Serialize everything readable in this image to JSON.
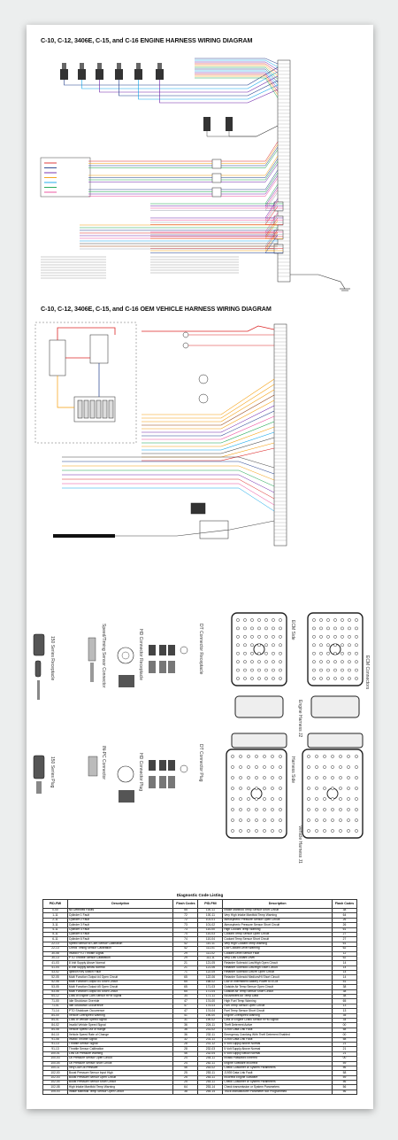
{
  "engine_diagram": {
    "title": "C-10, C-12,  3406E, C-15, and C-16 ENGINE HARNESS WIRING DIAGRAM"
  },
  "oem_diagram": {
    "title": "C-10, C-12, 3406E, C-15, and C-16 OEM VEHICLE HARNESS WIRING DIAGRAM"
  },
  "connectors": {
    "receptacle_150": "150 Series Receptacle",
    "plug_150": "150 Series Plug",
    "speed_timing": "Speed/Timing Sensor Connector",
    "in_pc": "IN-PC Connector",
    "hd_receptacle": "HD Connector Receptacle",
    "hd_plug": "HD Connector Plug",
    "dt_receptacle": "DT Connector Receptacle",
    "dt_plug": "DT Connector Plug",
    "ecm_connectors": "ECM Connectors",
    "ecm_side": "ECM Side",
    "harness_side": "Harness Side",
    "engine_harness_j2": "Engine Harness J2",
    "vehicle_harness_j1": "Vehicle Harness J1"
  },
  "code_table": {
    "caption": "Diagnostic Code Listing",
    "headers": [
      "PID-FMI",
      "Description",
      "Flash Codes",
      "PID-FMI",
      "Description",
      "Flash Codes"
    ],
    "rows": [
      [
        "0-00",
        "No Detected Faults",
        "55",
        "100-11",
        "Intake Manifold Temp Sensor Short Circuit",
        "38"
      ],
      [
        "1-11",
        "Cylinder 1 Fault",
        "72",
        "100-11",
        "Very High Intake Manifold Temp Warning",
        "64"
      ],
      [
        "2-11",
        "Cylinder 2 Fault",
        "72",
        "101-01",
        "Atmospheric Pressure Sensor Open Circuit",
        "26"
      ],
      [
        "3-11",
        "Cylinder 3 Fault",
        "73",
        "101-02",
        "Atmospheric Pressure Sensor Short Circuit",
        "26"
      ],
      [
        "4-11",
        "Cylinder 4 Fault",
        "73",
        "110-00",
        "High Coolant Temp Warning",
        "61"
      ],
      [
        "5-11",
        "Cylinder 5 Fault",
        "74",
        "110-03",
        "Coolant Temp Sensor Open Circuit",
        "27"
      ],
      [
        "6-11",
        "Cylinder 6 Fault",
        "74",
        "110-04",
        "Coolant Temp Sensor Short Circuit",
        "27"
      ],
      [
        "22-13",
        "Speed Sensor to Cam Sensor Calibration",
        "42",
        "110-11",
        "Very High Coolant Temp Warning",
        "61"
      ],
      [
        "22-13",
        "Check Timing Sensor Calibration",
        "42",
        "111-01",
        "Low Coolant Level Warning",
        "62"
      ],
      [
        "30-08",
        "Invalid PTO Throttle Signal",
        "29",
        "111-02",
        "Coolant Level Sensor Fault",
        "12"
      ],
      [
        "30-13",
        "PTO Throttle Sensor Calibration",
        "29",
        "111-11",
        "Very Low Coolant Level",
        "62"
      ],
      [
        "41-03",
        "8 Volt Supply Above Normal",
        "21",
        "121-05",
        "Retarder Solenoid Low/High Open Circuit",
        "14"
      ],
      [
        "41-04",
        "8 Volt Supply Below Normal",
        "21",
        "121-06",
        "Retarder Solenoid Low/High Short Circuit",
        "14"
      ],
      [
        "43-02",
        "Ignition Key Switch Fault",
        "71",
        "122-05",
        "Retarder Solenoid Low/Hi Open Circuit",
        "14"
      ],
      [
        "52-05",
        "Multi Function Output #4 Open Circuit",
        "65",
        "122-06",
        "Retarder Solenoid Medium/Hi Short Circuit",
        "14"
      ],
      [
        "52-06",
        "Multi Function Output #4 Short Circuit",
        "65",
        "168-02",
        "Low or Intermittent Battery Power to ECM",
        "51"
      ],
      [
        "53-05",
        "Multi Function Output #5 Open Circuit",
        "65",
        "171-03",
        "Outside Air Temp Sensor Open Circuit",
        "38"
      ],
      [
        "53-06",
        "Multi Function Output #5 Short Circuit",
        "65",
        "171-04",
        "Outside Air Temp Sensor Short Circuit",
        "38"
      ],
      [
        "64-12",
        "Loss of Engine Cam Sensor RPM Signal",
        "34",
        "171-11",
        "No Ambient Air Temp Data",
        "38"
      ],
      [
        "71-00",
        "Idle Shutdown Override",
        "47",
        "174-00",
        "High Fuel Temp Warning",
        "65"
      ],
      [
        "71-01",
        "Idle Shutdown Occurrence",
        "47",
        "174-03",
        "Fuel Temp Sensor Open Circuit",
        "13"
      ],
      [
        "71-14",
        "PTO Shutdown Occurrence",
        "47",
        "174-04",
        "Fuel Temp Sensor Short Circuit",
        "13"
      ],
      [
        "84-00",
        "Vehicle Overspeed Warning",
        "41",
        "190-00",
        "Engine Overspeed Warning",
        "35"
      ],
      [
        "84-01",
        "Loss of Vehicle Speed Signal",
        "31",
        "190-02",
        "Loss of Engine Crank Sensor RPM Signal",
        "34"
      ],
      [
        "84-02",
        "Invalid Vehicle Speed Signal",
        "36",
        "224-11",
        "Theft Deterrent Active",
        "00"
      ],
      [
        "84-08",
        "Vehicle Speed Out of Range",
        "36",
        "231-02",
        "J1939 Data Link Fault",
        "58"
      ],
      [
        "84-10",
        "Vehicle Speed Rate of Change",
        "36",
        "232-11",
        "Emergency Cranking With Theft Deterrent Enabled",
        "00"
      ],
      [
        "91-08",
        "Invalid Throttle Signal",
        "32",
        "231-11",
        "J1939 Data Link Fault",
        "58"
      ],
      [
        "91-13",
        "Throttle Sensor Signal",
        "28",
        "231-12",
        "5 Volt Supply Above Normal",
        "21"
      ],
      [
        "91-13",
        "Throttle Sensor Calibration",
        "28",
        "232-03",
        "5 Volt Supply Above Normal",
        "21"
      ],
      [
        "100-01",
        "Low Oil Pressure Warning",
        "46",
        "232-04",
        "5 Volt Supply Below Normal",
        "21"
      ],
      [
        "100-03",
        "Oil Pressure Sensor Open Circuit",
        "24",
        "244-11",
        "Invalid Password Entered",
        "00"
      ],
      [
        "100-04",
        "Oil Pressure Sensor Short Circuit",
        "24",
        "252-11",
        "Engine Software Incorrect",
        "59"
      ],
      [
        "100-11",
        "Very Low Oil Pressure",
        "46",
        "253-02",
        "Check Customer or System Parameters",
        "56"
      ],
      [
        "102-00",
        "Boost Pressure Sensor Input High",
        "25",
        "253-11",
        "J1939 Data Link Fault",
        "58"
      ],
      [
        "102-03",
        "Boost Pressure Sensor Open Circuit",
        "25",
        "253-11",
        "Incorrect Engine Software",
        "59"
      ],
      [
        "102-04",
        "Boost Pressure Sensor Short Circuit",
        "25",
        "253-11",
        "Check Customer or System Parameters",
        "56"
      ],
      [
        "102-08",
        "High Intake Manifold Temp Warning",
        "64",
        "253-14",
        "Check transmission or System Parameters",
        "56"
      ],
      [
        "105-03",
        "Intake Manifold Temp Sensor Open Circuit",
        "38",
        "254-14",
        "Truck Manufacturer Parameter Not Programmed",
        "56"
      ]
    ]
  },
  "wire_colors": [
    "#1e3a8a",
    "#0ea5e9",
    "#6b21a8",
    "#dc2626",
    "#f59e0b",
    "#16a34a",
    "#444444",
    "#9ca3af",
    "#ec4899",
    "#92400e"
  ]
}
